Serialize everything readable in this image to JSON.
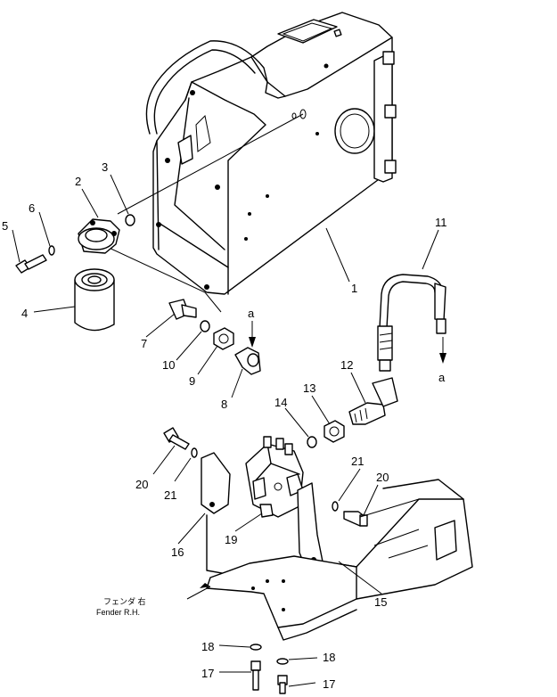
{
  "callouts": [
    {
      "id": "c1",
      "text": "1"
    },
    {
      "id": "c2",
      "text": "2"
    },
    {
      "id": "c3",
      "text": "3"
    },
    {
      "id": "c4",
      "text": "4"
    },
    {
      "id": "c5",
      "text": "5"
    },
    {
      "id": "c6",
      "text": "6"
    },
    {
      "id": "c7",
      "text": "7"
    },
    {
      "id": "c8",
      "text": "8"
    },
    {
      "id": "c9",
      "text": "9"
    },
    {
      "id": "c10",
      "text": "10"
    },
    {
      "id": "c11",
      "text": "11"
    },
    {
      "id": "c12",
      "text": "12"
    },
    {
      "id": "c13",
      "text": "13"
    },
    {
      "id": "c14",
      "text": "14"
    },
    {
      "id": "c15",
      "text": "15"
    },
    {
      "id": "c16",
      "text": "16"
    },
    {
      "id": "c17a",
      "text": "17"
    },
    {
      "id": "c17b",
      "text": "17"
    },
    {
      "id": "c18a",
      "text": "18"
    },
    {
      "id": "c18b",
      "text": "18"
    },
    {
      "id": "c19",
      "text": "19"
    },
    {
      "id": "c20a",
      "text": "20"
    },
    {
      "id": "c20b",
      "text": "20"
    },
    {
      "id": "c21a",
      "text": "21"
    },
    {
      "id": "c21b",
      "text": "21"
    }
  ],
  "connection_marks": {
    "a_top": "a",
    "a_right": "a"
  },
  "fender_label": {
    "jp": "フェンダ 右",
    "en": "Fender R.H."
  }
}
